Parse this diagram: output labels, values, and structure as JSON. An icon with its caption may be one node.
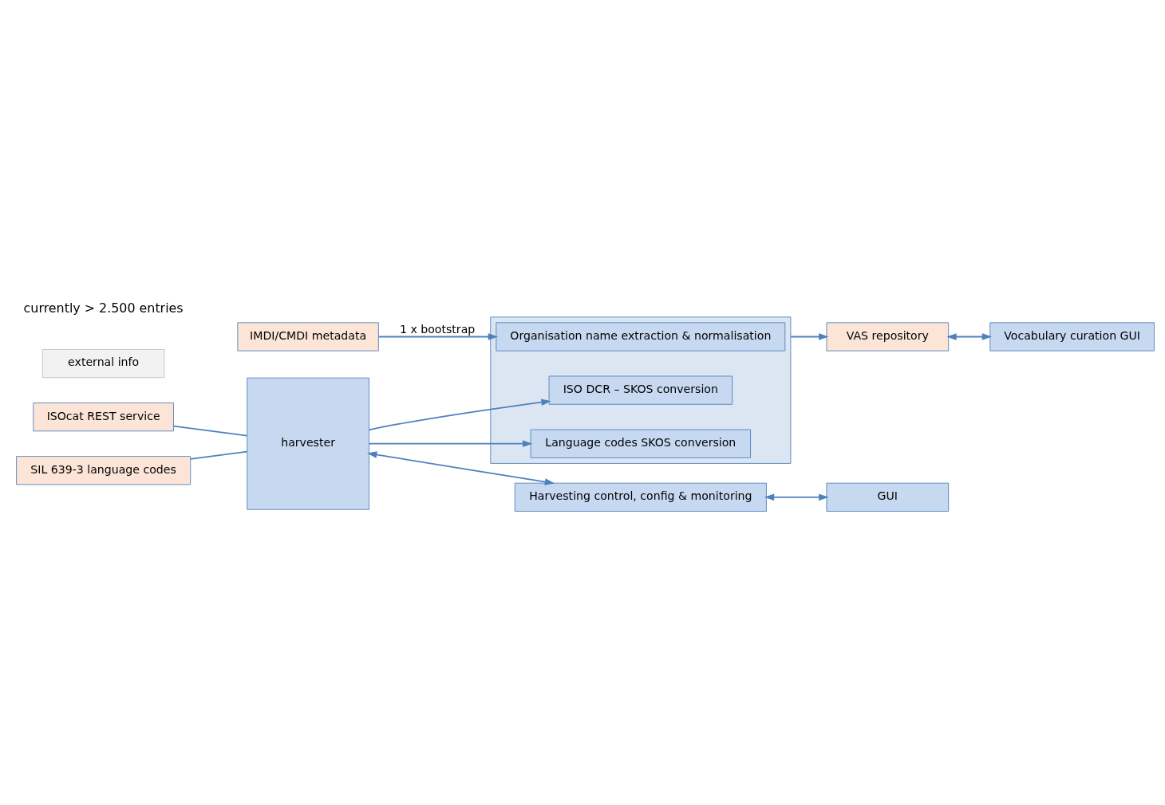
{
  "diagram": {
    "nodes": [
      {
        "text": [
          "IMDI/CMDI metadata"
        ]
      },
      {
        "text": [
          "ISOcat REST service"
        ]
      },
      {
        "text": [
          "external info"
        ]
      },
      {
        "text": [
          "SIL 639-3 language codes"
        ]
      },
      {
        "text": [
          "harvester"
        ]
      },
      {
        "text": [],
        "shape": "box"
      },
      {
        "text": [
          "Organisation name extraction & normalisation"
        ],
        "in": 5
      },
      {
        "text": [
          "ISO DCR – SKOS conversion"
        ],
        "in": 5
      },
      {
        "text": [
          "Language codes SKOS conversion"
        ],
        "in": 5
      },
      {
        "text": [
          "VAS repository"
        ]
      },
      {
        "text": [
          "Harvesting control, config & monitoring"
        ]
      },
      {
        "text": [
          "GUI"
        ]
      },
      {
        "text": [
          "Vocabulary curation GUI"
        ]
      }
    ],
    "edges": [
      {
        "from": 0,
        "to": 6,
        "arrow": "to",
        "label": "1 x bootstrap"
      },
      {
        "from": 1,
        "to": 4,
        "arrow": "none"
      },
      {
        "from": 4,
        "to": 7,
        "arrow": "to"
      },
      {
        "from": 3,
        "to": 4,
        "arrow": "none"
      },
      {
        "from": 4,
        "to": 8,
        "arrow": "to"
      },
      {
        "from": 4,
        "to": 10,
        "arrow": "both"
      },
      {
        "from": 10,
        "to": 11,
        "arrow": "both"
      },
      {
        "from": 5,
        "to": 9,
        "arrow": "to"
      },
      {
        "from": 9,
        "to": 12,
        "arrow": "both"
      }
    ],
    "labels": [
      "currently > 2.500 entries"
    ]
  }
}
